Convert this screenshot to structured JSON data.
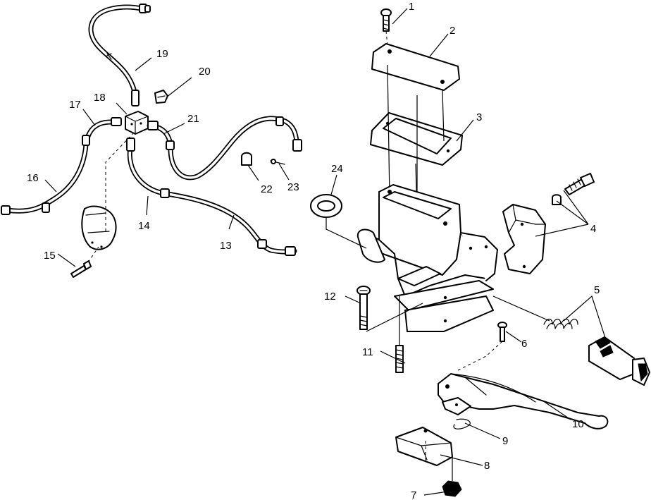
{
  "callouts": [
    {
      "id": "c1",
      "label": "1"
    },
    {
      "id": "c2",
      "label": "2"
    },
    {
      "id": "c3",
      "label": "3"
    },
    {
      "id": "c4",
      "label": "4"
    },
    {
      "id": "c5",
      "label": "5"
    },
    {
      "id": "c6",
      "label": "6"
    },
    {
      "id": "c7",
      "label": "7"
    },
    {
      "id": "c8",
      "label": "8"
    },
    {
      "id": "c9",
      "label": "9"
    },
    {
      "id": "c10",
      "label": "10"
    },
    {
      "id": "c11",
      "label": "11"
    },
    {
      "id": "c12",
      "label": "12"
    },
    {
      "id": "c13",
      "label": "13"
    },
    {
      "id": "c14",
      "label": "14"
    },
    {
      "id": "c15",
      "label": "15"
    },
    {
      "id": "c16",
      "label": "16"
    },
    {
      "id": "c17",
      "label": "17"
    },
    {
      "id": "c18",
      "label": "18"
    },
    {
      "id": "c19",
      "label": "19"
    },
    {
      "id": "c20",
      "label": "20"
    },
    {
      "id": "c21",
      "label": "21"
    },
    {
      "id": "c22",
      "label": "22"
    },
    {
      "id": "c23",
      "label": "23"
    },
    {
      "id": "c24",
      "label": "24"
    }
  ]
}
